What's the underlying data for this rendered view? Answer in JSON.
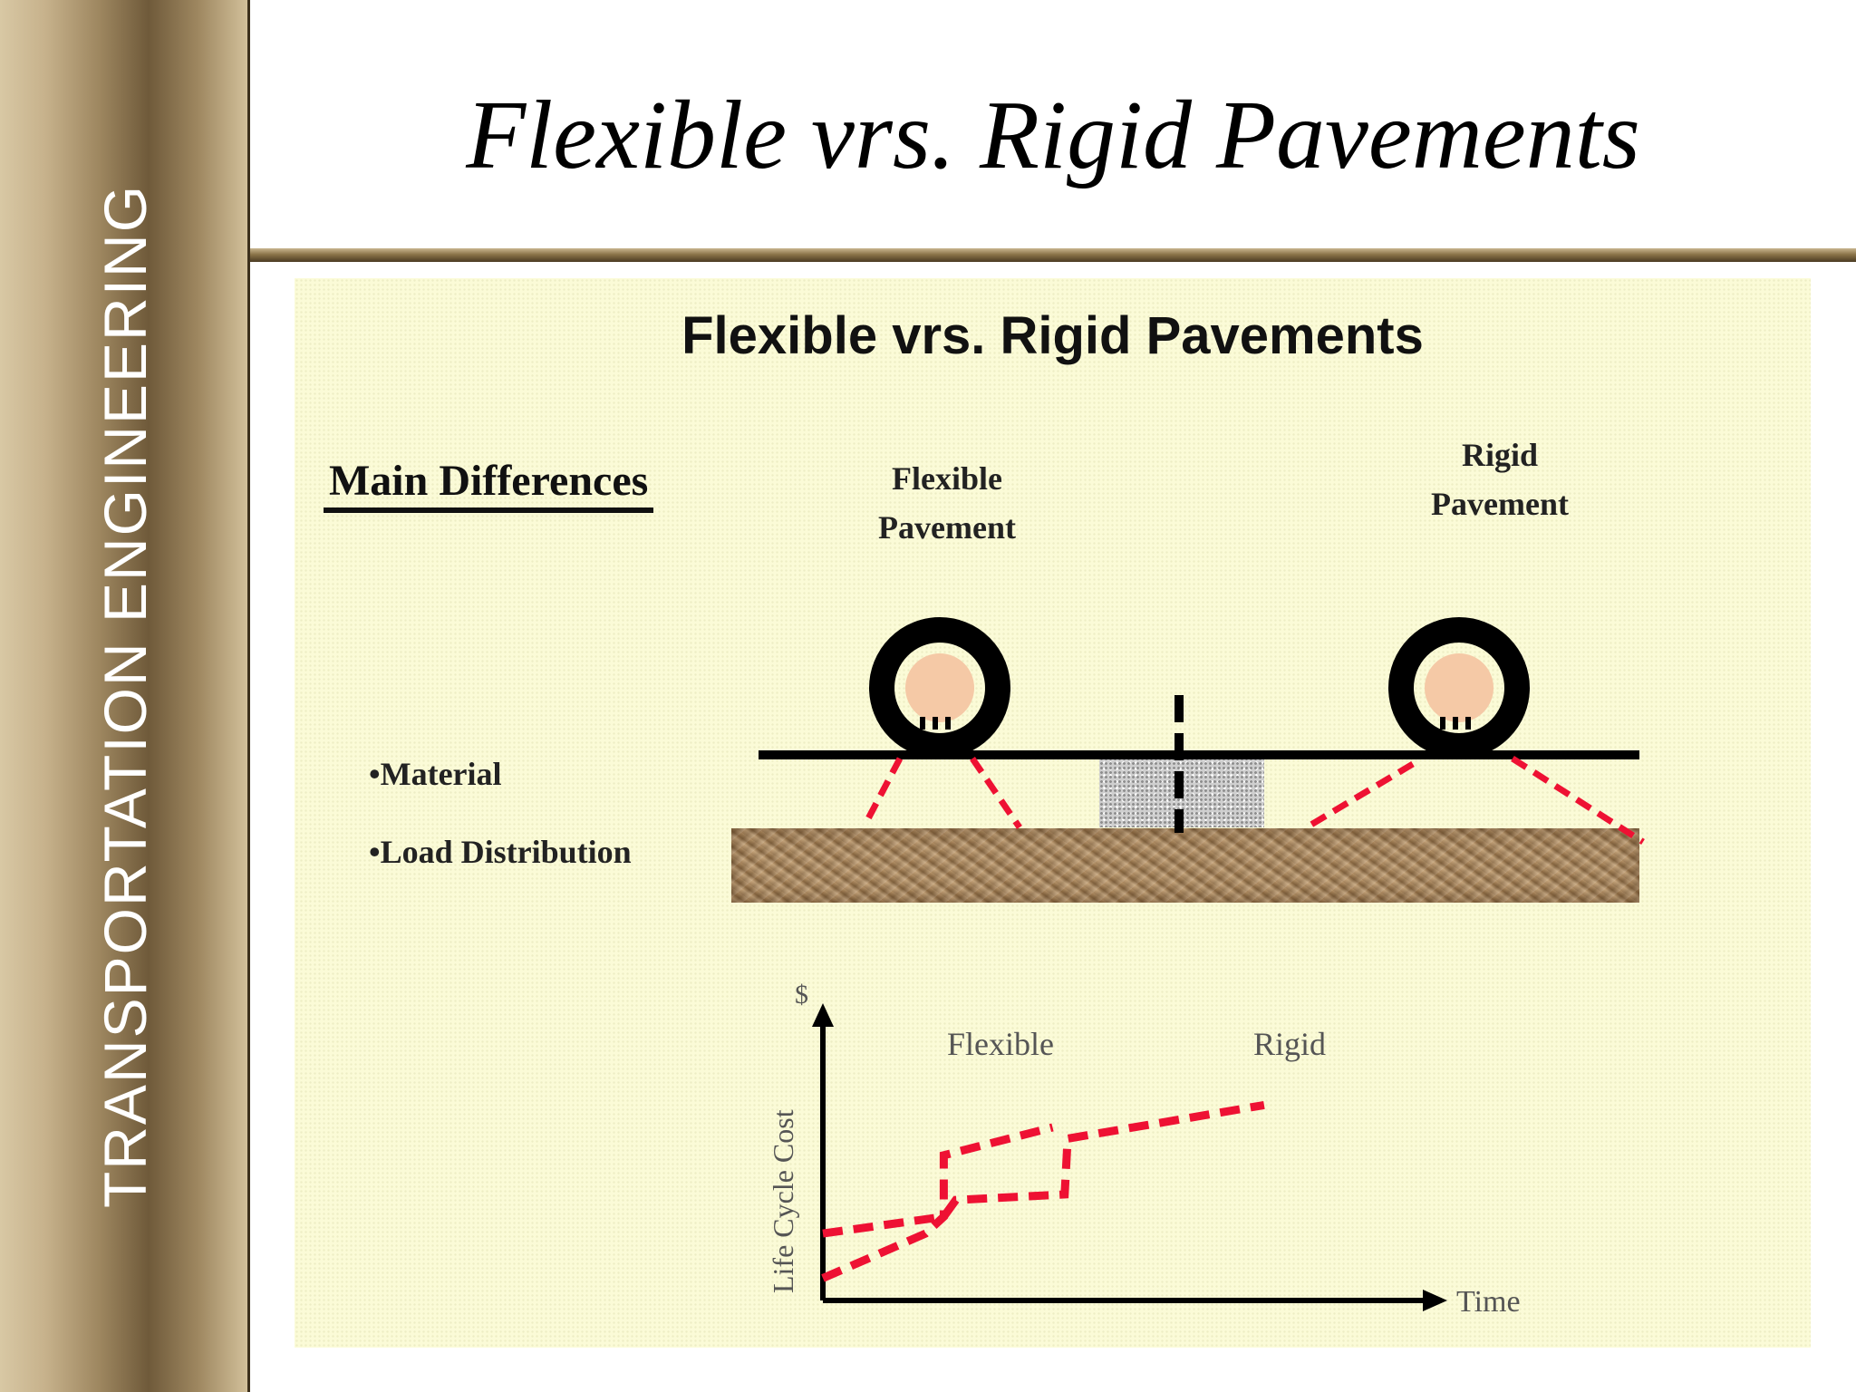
{
  "sidebar": {
    "label": "TRANSPORTATION ENGINEERING"
  },
  "slide": {
    "title": "Flexible vrs. Rigid Pavements"
  },
  "panel": {
    "title": "Flexible vrs. Rigid Pavements",
    "main_differences": "Main Differences",
    "bullets": [
      "•Material",
      "•Load Distribution"
    ],
    "flexible_label": [
      "Flexible",
      "Pavement"
    ],
    "rigid_label": [
      "Rigid",
      "Pavement"
    ]
  },
  "colors": {
    "dashed_lines": "#ee1133",
    "tire": "#000000",
    "hub": "#f5c9a6",
    "panel_bg": "#fbfbd7"
  },
  "chart_data": {
    "type": "line",
    "y_unit_label": "$",
    "ylabel": "Life Cycle Cost",
    "xlabel": "Time",
    "series": [
      {
        "name": "Flexible",
        "x": [
          0,
          1.7,
          2.0,
          2.0,
          3.8
        ],
        "y": [
          0.4,
          1.2,
          1.5,
          2.6,
          3.1
        ]
      },
      {
        "name": "Rigid",
        "x": [
          0,
          2.0,
          2.2,
          4.0,
          4.05,
          7.3
        ],
        "y": [
          1.2,
          1.5,
          1.8,
          1.9,
          2.9,
          3.5
        ]
      }
    ],
    "xlim": [
      0,
      10
    ],
    "ylim": [
      0,
      5
    ],
    "line_style": "dashed"
  }
}
